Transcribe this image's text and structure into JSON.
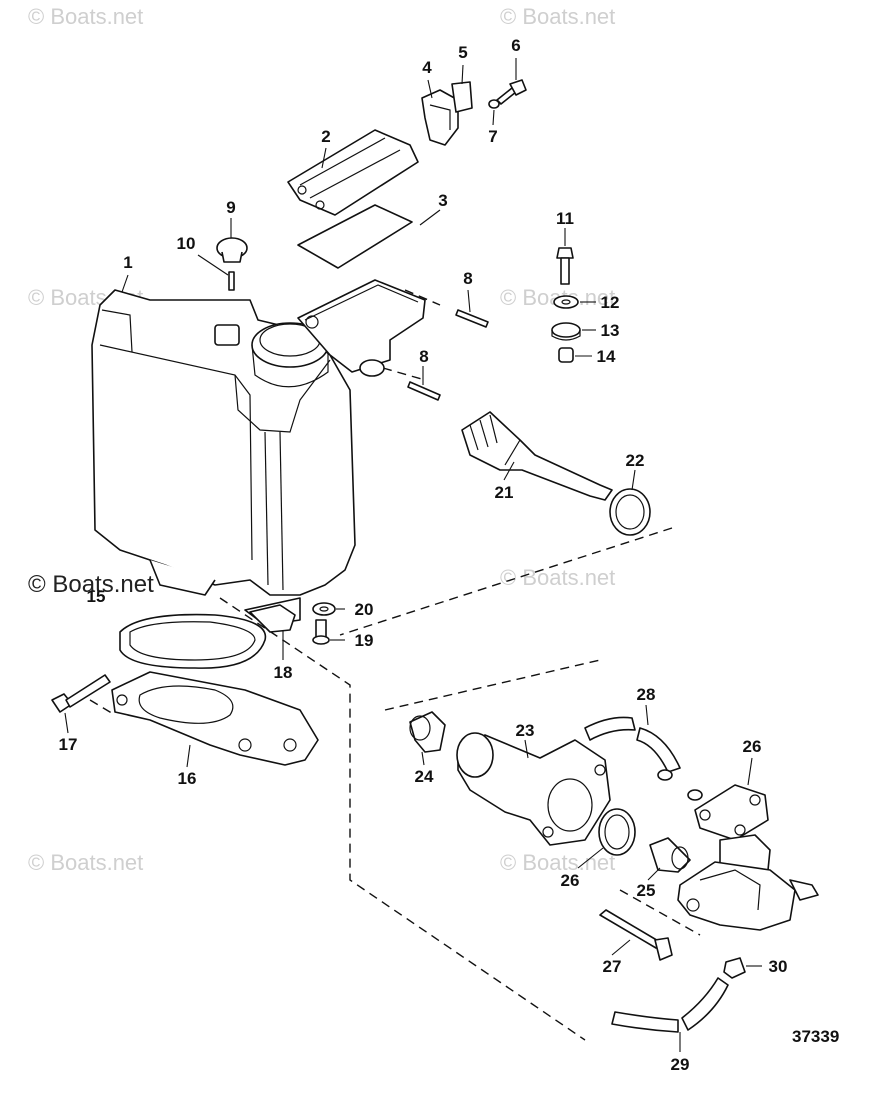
{
  "watermark": {
    "text": "Boats.net",
    "symbol": "©",
    "prominent_text": "© Boats.net"
  },
  "reference_number": "37339",
  "callouts": [
    "1",
    "2",
    "3",
    "4",
    "5",
    "6",
    "7",
    "8",
    "8",
    "9",
    "10",
    "11",
    "12",
    "13",
    "14",
    "15",
    "16",
    "17",
    "18",
    "19",
    "20",
    "21",
    "22",
    "23",
    "24",
    "25",
    "26",
    "26",
    "27",
    "28",
    "29",
    "30"
  ]
}
